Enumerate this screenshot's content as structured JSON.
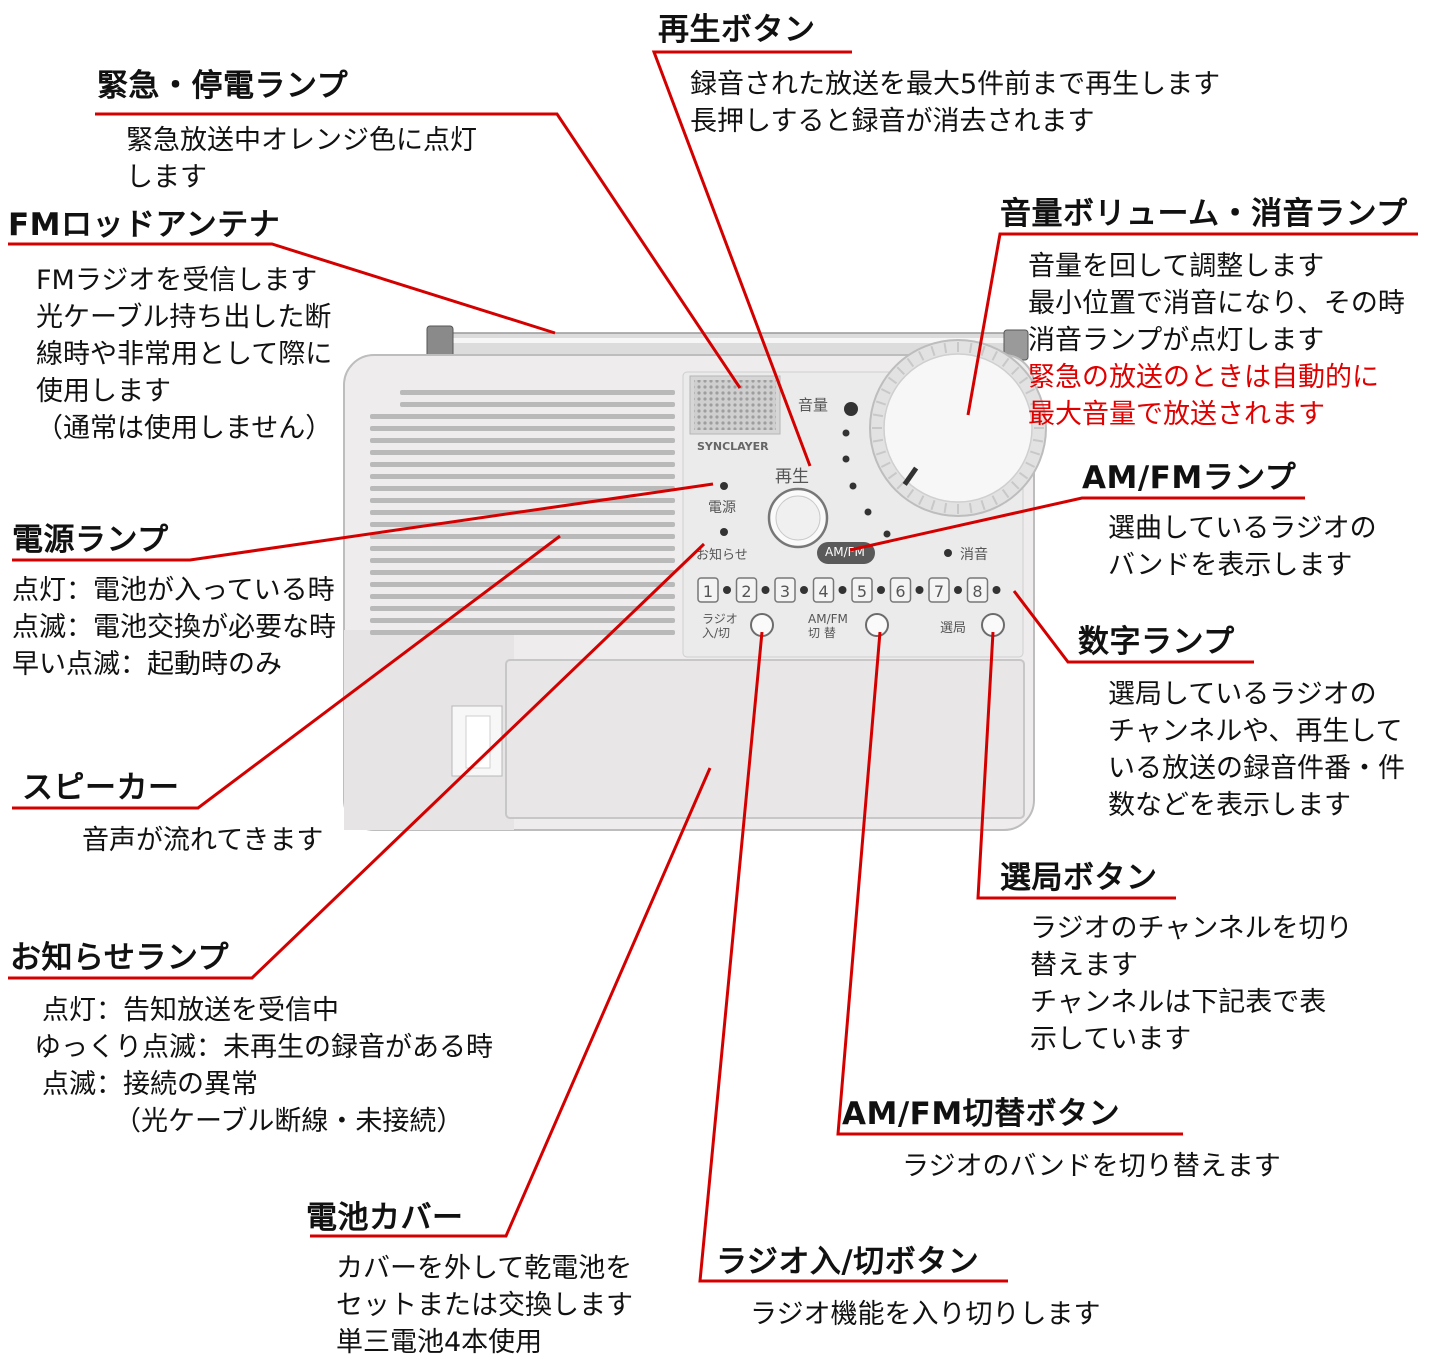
{
  "radio": {
    "brand": "SYNCLAYER",
    "panel_labels": {
      "volume": "音量",
      "play": "再生",
      "power": "電源",
      "notice": "お知らせ",
      "amfm_indicator": "AM/FM",
      "mute": "消音",
      "radio_onoff": "ラジオ 入/切",
      "amfm_switch": "AM/FM 切 替",
      "tuning": "選局"
    },
    "channel_numbers": [
      "1",
      "2",
      "3",
      "4",
      "5",
      "6",
      "7",
      "8"
    ]
  },
  "callouts": {
    "emergency_lamp": {
      "title": "緊急・停電ランプ",
      "lines": [
        "緊急放送中オレンジ色に点灯",
        "します"
      ]
    },
    "fm_antenna": {
      "title": "FMロッドアンテナ",
      "lines": [
        "FMラジオを受信します",
        "光ケーブル持ち出した断",
        "線時や非常用として際に",
        "使用します",
        "（通常は使用しません）"
      ]
    },
    "power_lamp": {
      "title": "電源ランプ",
      "lines": [
        "点灯：電池が入っている時",
        "点滅：電池交換が必要な時",
        "早い点滅：起動時のみ"
      ]
    },
    "speaker": {
      "title": "スピーカー",
      "lines": [
        "音声が流れてきます"
      ]
    },
    "notice_lamp": {
      "title": "お知らせランプ",
      "lines": [
        "点灯：告知放送を受信中",
        "ゆっくり点滅：未再生の録音がある時",
        "点滅：接続の異常",
        "（光ケーブル断線・未接続）"
      ]
    },
    "battery_cover": {
      "title": "電池カバー",
      "lines": [
        "カバーを外して乾電池を",
        "セットまたは交換します",
        "単三電池4本使用"
      ]
    },
    "play_button": {
      "title": "再生ボタン",
      "lines": [
        "録音された放送を最大5件前まで再生します",
        "長押しすると録音が消去されます"
      ]
    },
    "volume_mute": {
      "title": "音量ボリューム・消音ランプ",
      "lines": [
        "音量を回して調整します",
        "最小位置で消音になり、その時",
        "消音ランプが点灯します"
      ],
      "warning_lines": [
        "緊急の放送のときは自動的に",
        "最大音量で放送されます"
      ]
    },
    "amfm_lamp": {
      "title": "AM/FMランプ",
      "lines": [
        "選曲しているラジオの",
        "バンドを表示します"
      ]
    },
    "number_lamp": {
      "title": "数字ランプ",
      "lines": [
        "選局しているラジオの",
        "チャンネルや、再生して",
        "いる放送の録音件番・件",
        "数などを表示します"
      ]
    },
    "tuning_button": {
      "title": "選局ボタン",
      "lines": [
        "ラジオのチャンネルを切り",
        "替えます",
        "チャンネルは下記表で表",
        "示しています"
      ]
    },
    "amfm_switch_button": {
      "title": "AM/FM切替ボタン",
      "lines": [
        "ラジオのバンドを切り替えます"
      ]
    },
    "radio_onoff_button": {
      "title": "ラジオ入/切ボタン",
      "lines": [
        "ラジオ機能を入り切りします"
      ]
    }
  },
  "colors": {
    "leader": "#d40000",
    "warning_text": "#e00000",
    "body": "#eeecec",
    "knob": "#f7f7f7"
  }
}
